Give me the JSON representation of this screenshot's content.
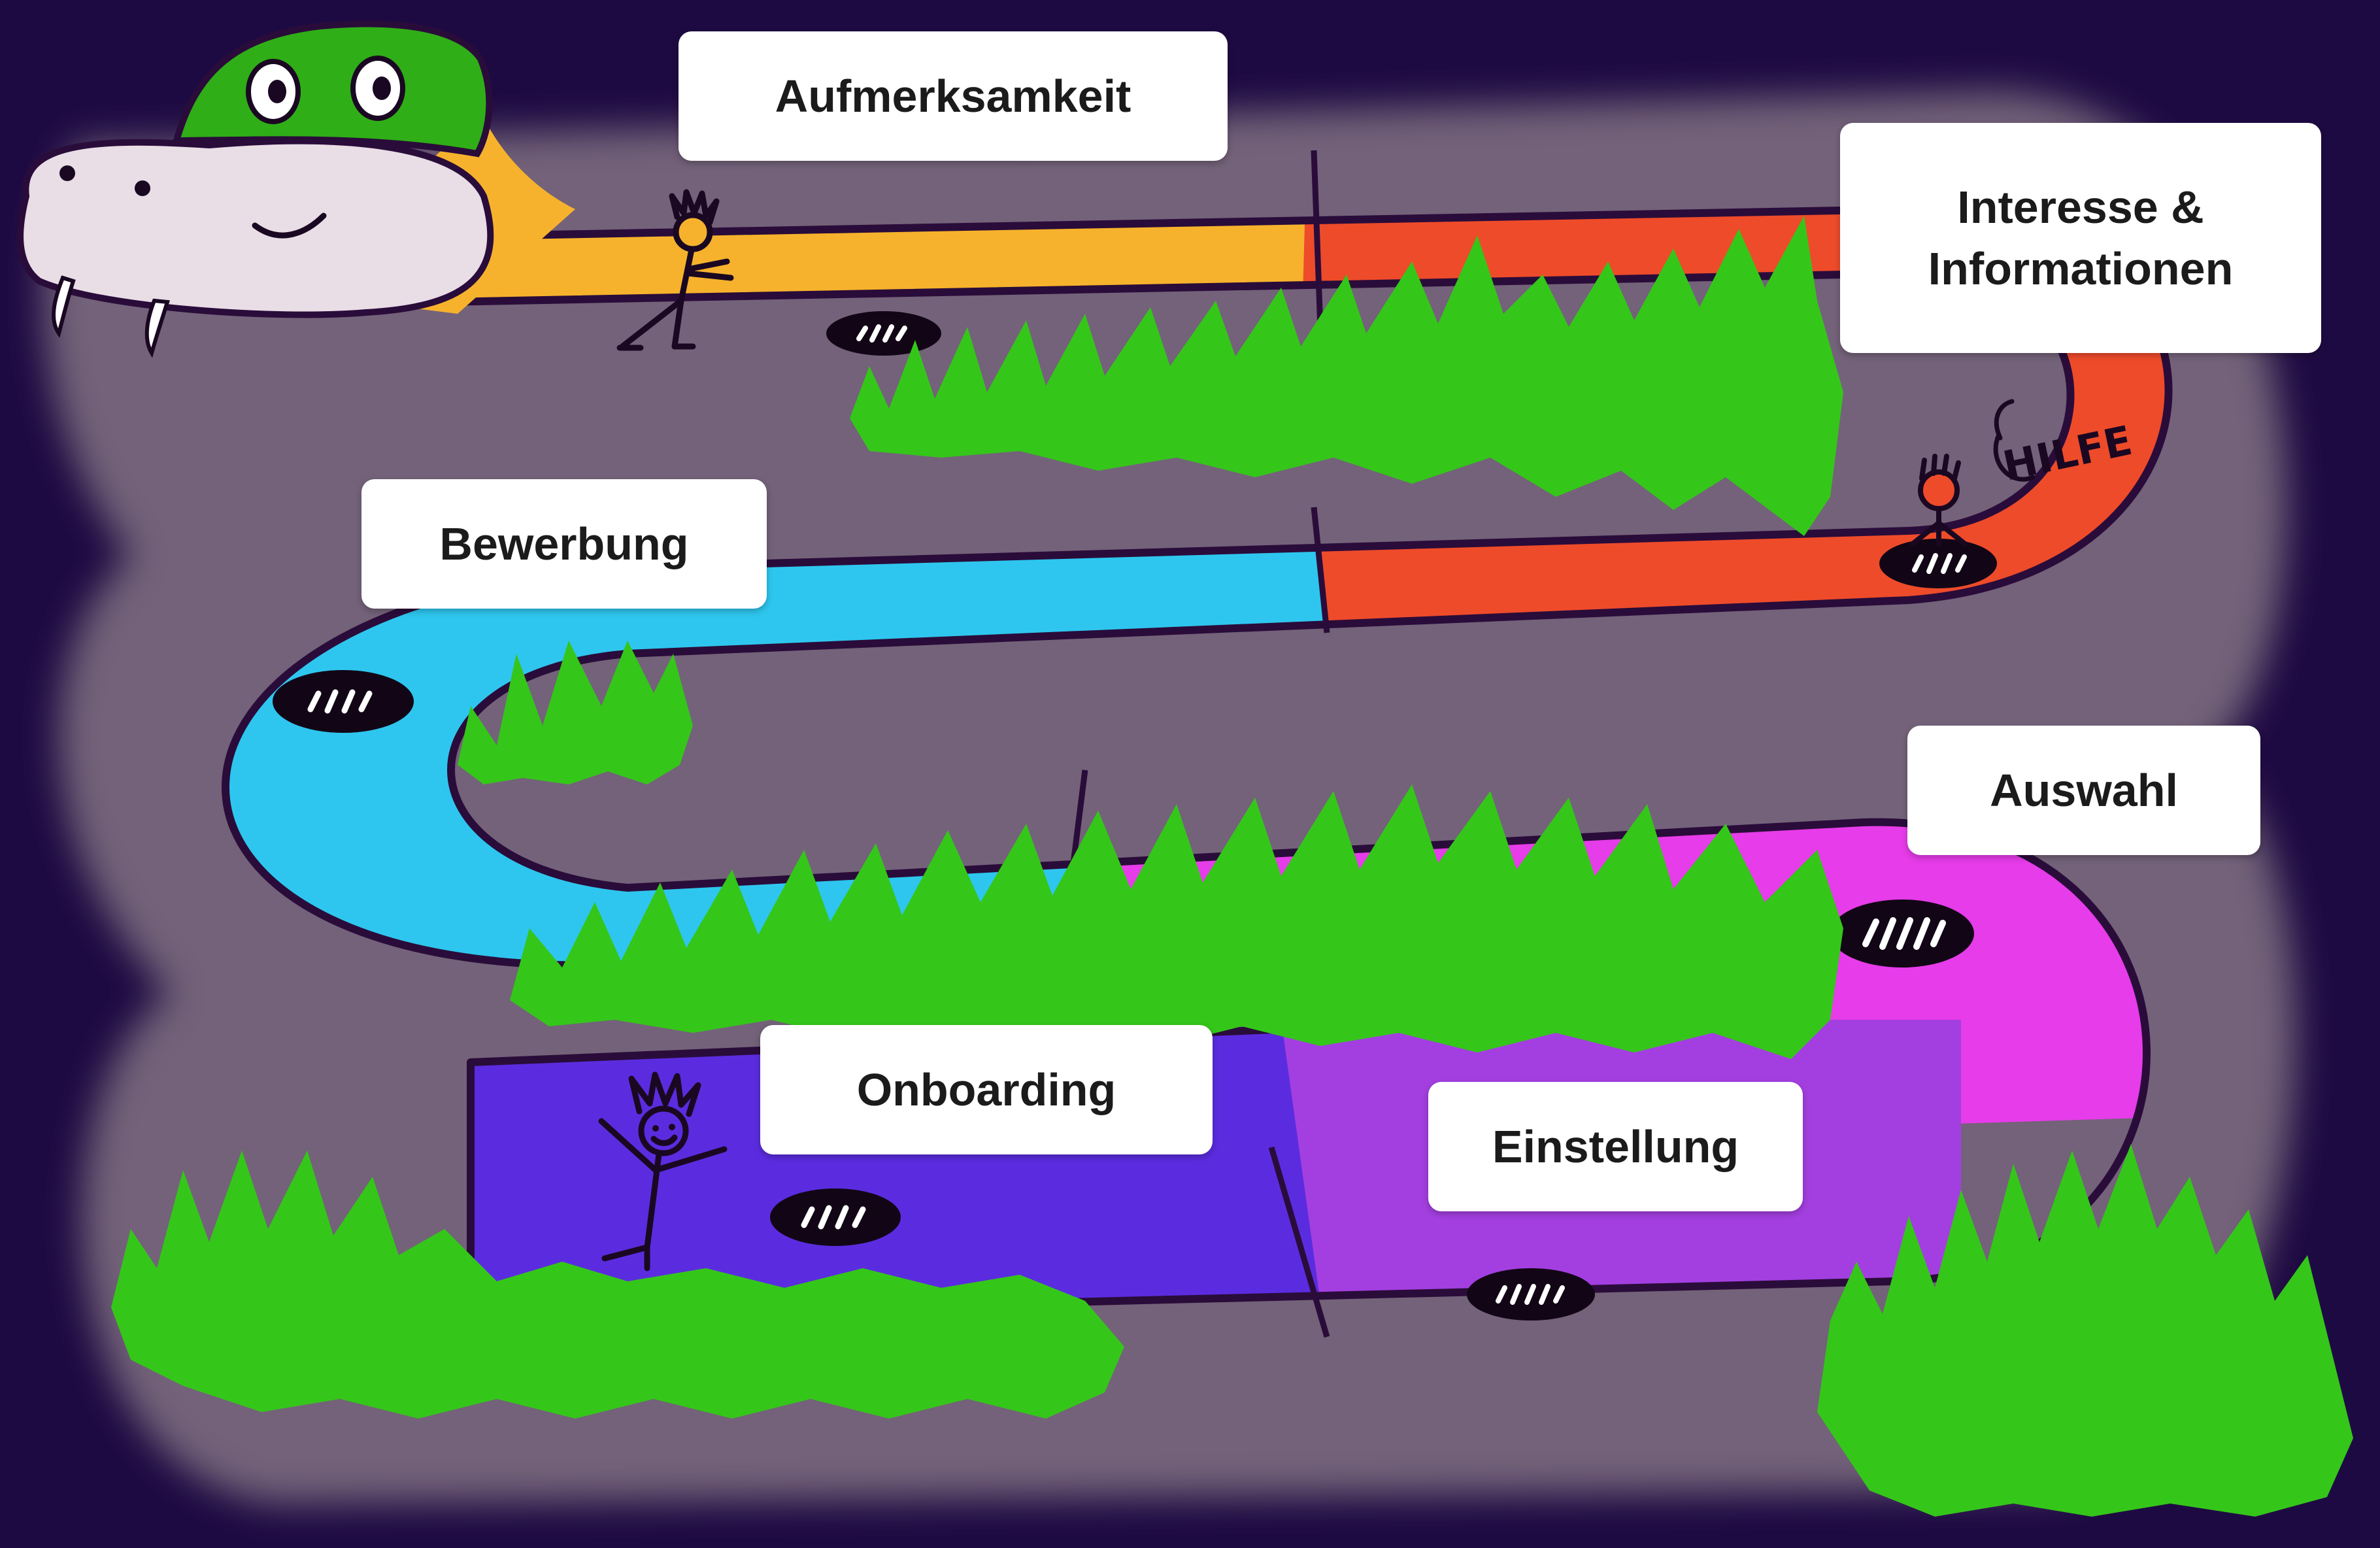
{
  "stages": {
    "attention": "Aufmerksamkeit",
    "interest_line1": "Interesse &",
    "interest_line2": "Informationen",
    "application": "Bewerbung",
    "selection": "Auswahl",
    "onboarding": "Onboarding",
    "hiring": "Einstellung"
  },
  "speech": {
    "help": "HILFE"
  },
  "colors": {
    "background": "#1e0a42",
    "shadow": "#8a7a88",
    "head": "#e9dde6",
    "cap": "#2fae17",
    "attention": "#f6b22c",
    "interest": "#ee4b2a",
    "application": "#2ec6ee",
    "selection": "#e63ce9",
    "hiring": "#a33fe0",
    "onboarding": "#5b2cdf",
    "grass": "#35c61a",
    "outline": "#2a0c3a"
  }
}
